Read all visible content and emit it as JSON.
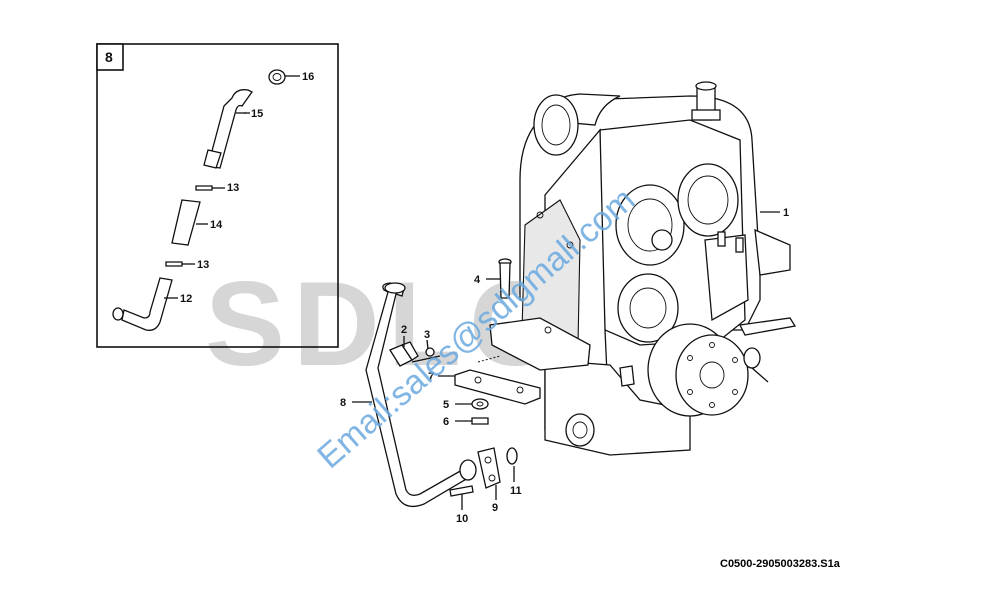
{
  "reference_code": "C0500-2905003283.S1a",
  "watermark": {
    "email": "Email:sales@sdlgmall.com",
    "logo": "SDLG"
  },
  "inset": {
    "label": "8"
  },
  "callouts": {
    "c1": "1",
    "c2": "2",
    "c3": "3",
    "c4": "4",
    "c5": "5",
    "c6": "6",
    "c7": "7",
    "c8": "8",
    "c9": "9",
    "c10": "10",
    "c11": "11",
    "c12": "12",
    "c13a": "13",
    "c13b": "13",
    "c14": "14",
    "c15": "15",
    "c16": "16"
  }
}
